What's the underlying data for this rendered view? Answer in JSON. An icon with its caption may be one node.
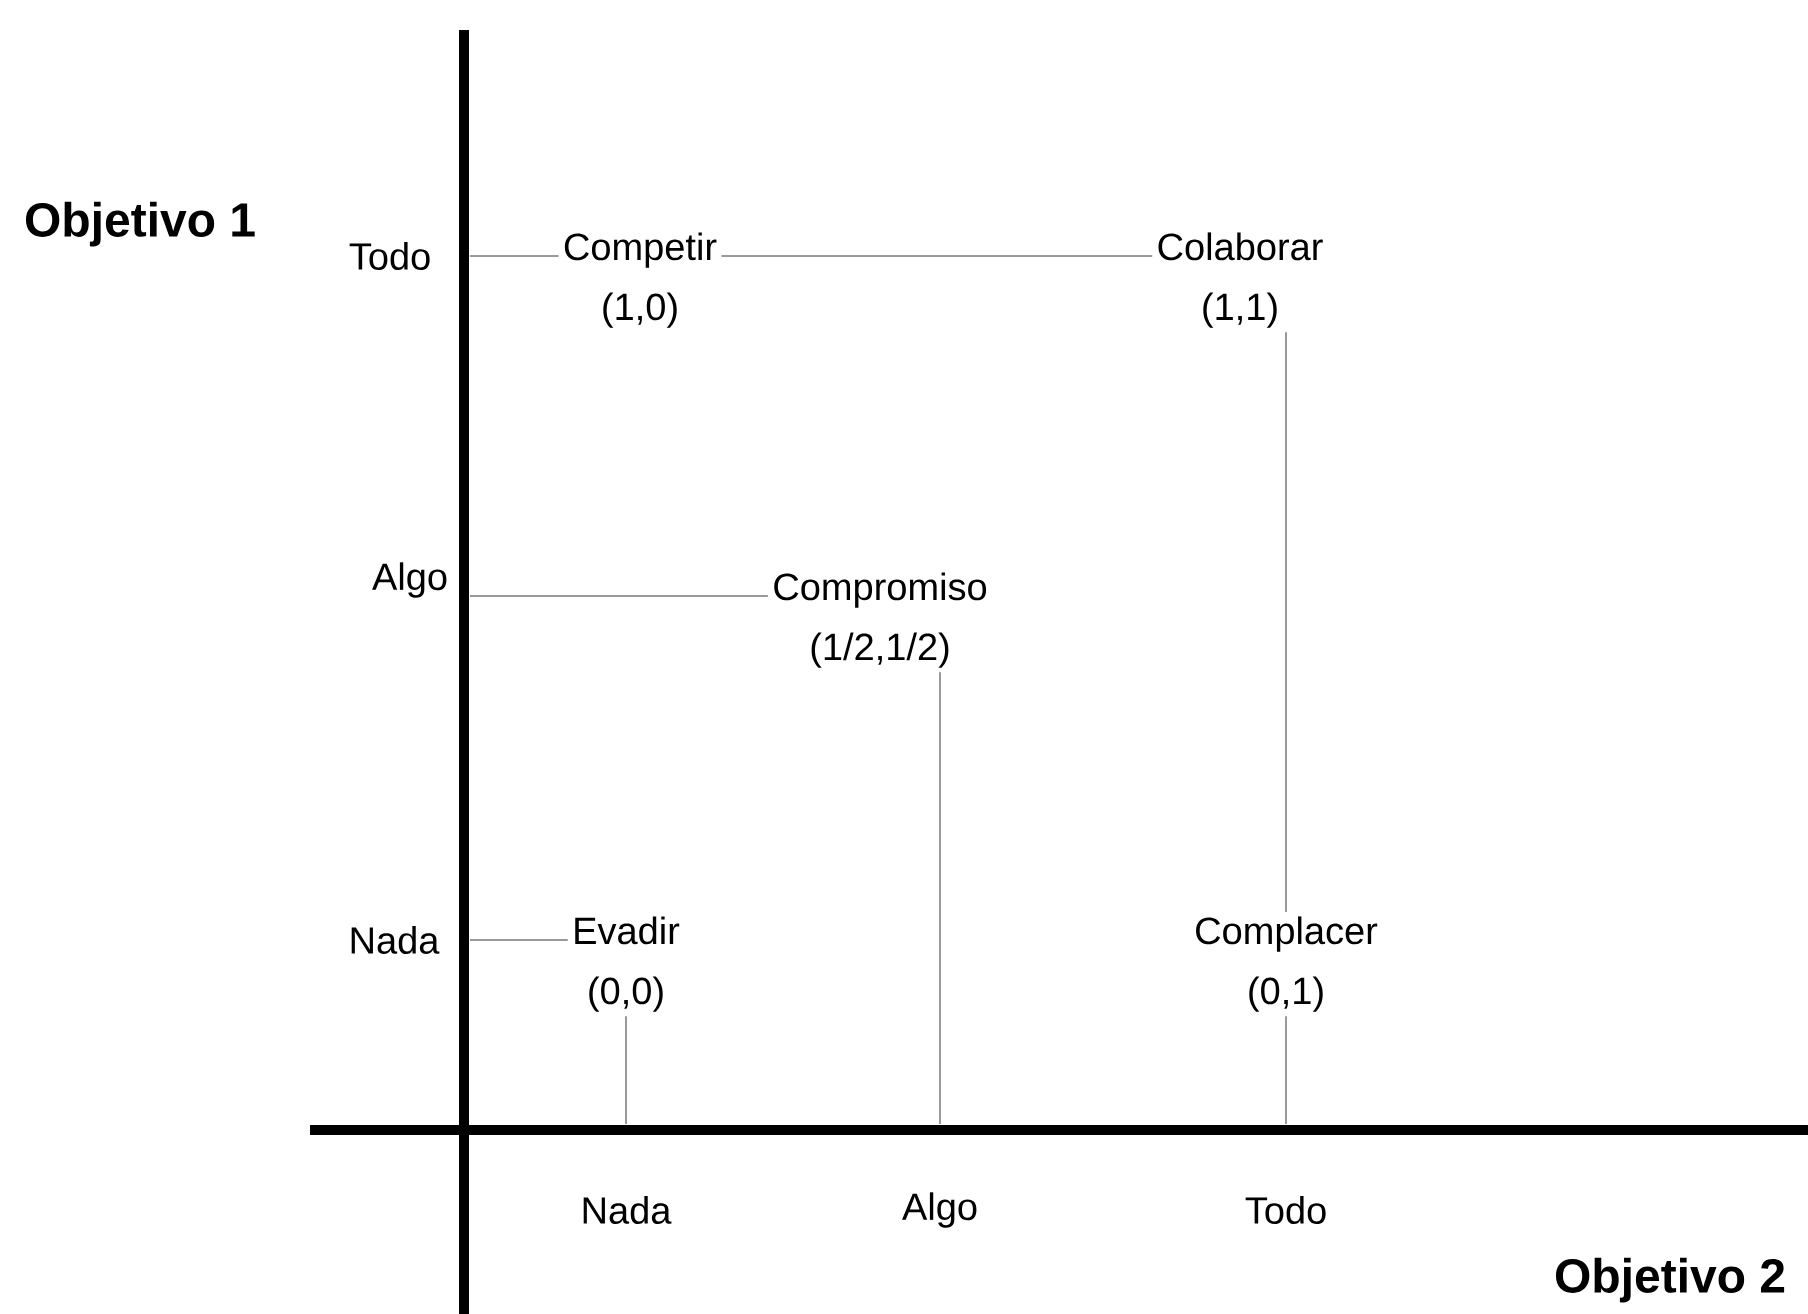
{
  "diagram": {
    "nodes": [
      {
        "text": [
          "Competir",
          "(1,0)"
        ]
      },
      {
        "text": [
          "Colaborar",
          "(1,1)"
        ]
      },
      {
        "text": [
          "Compromiso",
          "(1/2,1/2)"
        ]
      },
      {
        "text": [
          "Evadir",
          "(0,0)"
        ]
      },
      {
        "text": [
          "Complacer",
          "(0,1)"
        ]
      }
    ],
    "edges": [
      {
        "from": null,
        "to": 0,
        "arrow": "none"
      },
      {
        "from": 0,
        "to": 1,
        "arrow": "none"
      },
      {
        "from": 1,
        "to": 4,
        "arrow": "none"
      },
      {
        "from": null,
        "to": 2,
        "arrow": "none"
      },
      {
        "from": 2,
        "to": null,
        "arrow": "none"
      },
      {
        "from": null,
        "to": 3,
        "arrow": "none"
      },
      {
        "from": 3,
        "to": null,
        "arrow": "none"
      },
      {
        "from": 4,
        "to": null,
        "arrow": "none"
      }
    ],
    "labels": [
      "Objetivo 1",
      "Todo",
      "Algo",
      "Nada",
      "Nada",
      "Algo",
      "Todo",
      "Objetivo 2"
    ]
  }
}
